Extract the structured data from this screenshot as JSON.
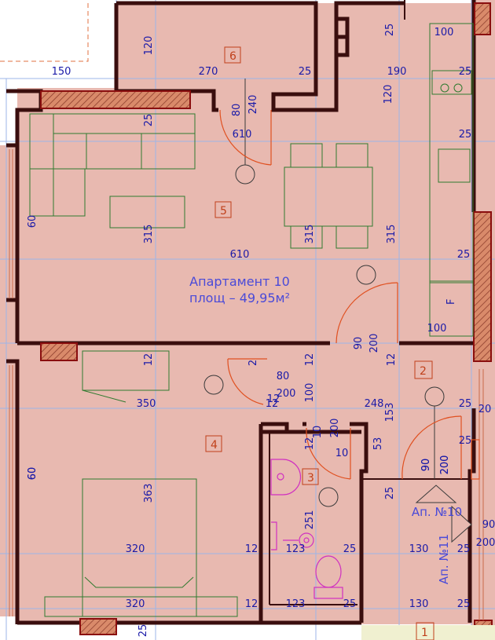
{
  "plan": {
    "apartment_name": "Апартамент 10",
    "area": "площ – 49,95м²",
    "neighbor_a": "Ап. №10",
    "neighbor_b": "Ап. №11",
    "appliance_label": "F",
    "room_numbers": [
      "6",
      "5",
      "4",
      "3",
      "2",
      "1"
    ],
    "dimensions": [
      "150",
      "270",
      "25",
      "190",
      "25",
      "100",
      "25",
      "120",
      "120",
      "80",
      "240",
      "610",
      "25",
      "25",
      "315",
      "315",
      "315",
      "610",
      "25",
      "60",
      "60",
      "90",
      "200",
      "90",
      "200",
      "100",
      "12",
      "12",
      "12",
      "12",
      "80",
      "200",
      "2",
      "350",
      "12",
      "248",
      "153",
      "25",
      "20",
      "100",
      "12",
      "200",
      "10",
      "10",
      "53",
      "90",
      "200",
      "25",
      "60",
      "363",
      "251",
      "320",
      "12",
      "123",
      "25",
      "130",
      "25",
      "320",
      "12",
      "123",
      "25",
      "130",
      "25",
      "25",
      "90",
      "200",
      "25"
    ]
  },
  "colors": {
    "floor": "#e8b9b0",
    "wall": "#3a0e0e",
    "dimension": "#1a1aa8",
    "grid": "#9db5e8",
    "door": "#e05020",
    "furniture": "#2f7a2f",
    "sanitary": "#d030c0",
    "window": "#c96a4a"
  }
}
